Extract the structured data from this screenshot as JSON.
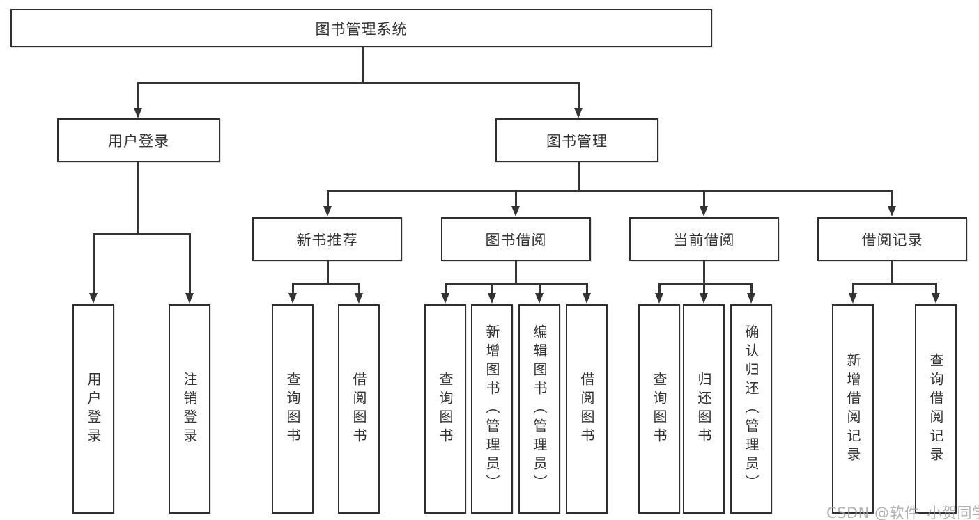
{
  "diagram": {
    "root": {
      "label": "图书管理系统"
    },
    "user_login": {
      "label": "用户登录",
      "children": [
        "用户登录",
        "注销登录"
      ]
    },
    "book_mgmt": {
      "label": "图书管理",
      "sections": {
        "new_book": {
          "label": "新书推荐",
          "children": [
            "查询图书",
            "借阅图书"
          ]
        },
        "borrow": {
          "label": "图书借阅",
          "children": [
            "查询图书",
            "新增图书（管理员）",
            "编辑图书（管理员）",
            "借阅图书"
          ]
        },
        "current": {
          "label": "当前借阅",
          "children": [
            "查询图书",
            "归还图书",
            "确认归还（管理员）"
          ]
        },
        "records": {
          "label": "借阅记录",
          "children": [
            "新增借阅记录",
            "查询借阅记录"
          ]
        }
      }
    }
  },
  "watermark": {
    "text": "CSDN @软件_小贺同学"
  },
  "colors": {
    "line": "#333333",
    "box_border": "#2f2f2f",
    "text": "#333333",
    "watermark": "#9e9e9e",
    "background": "#ffffff"
  }
}
